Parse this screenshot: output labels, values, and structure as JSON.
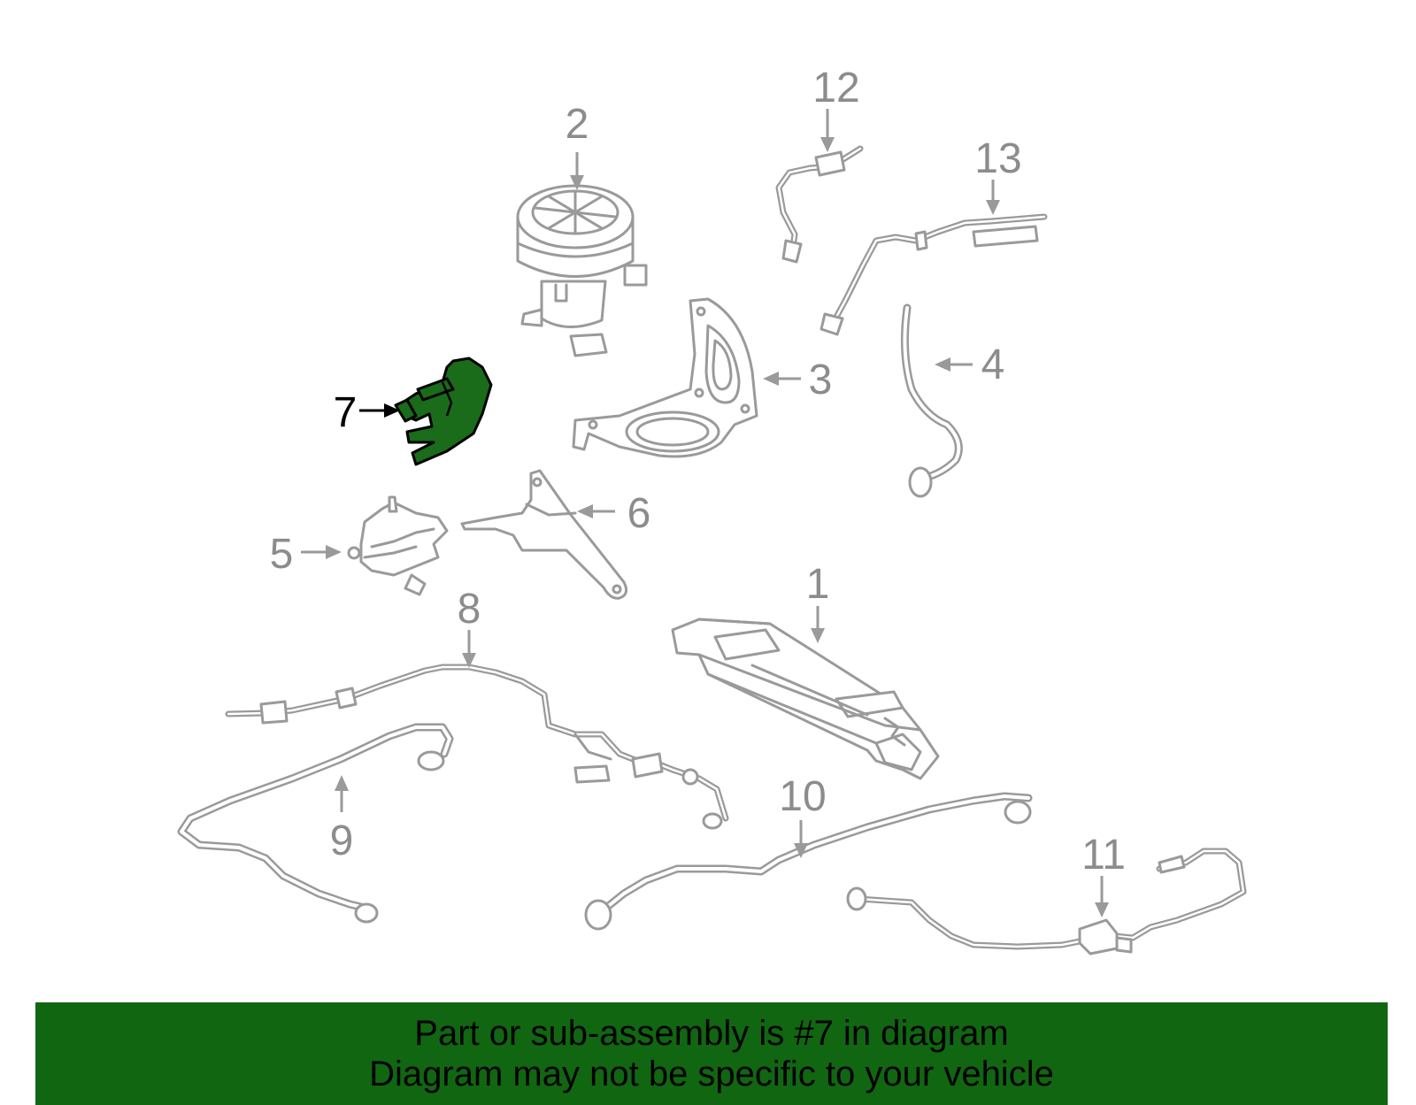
{
  "diagram": {
    "callouts": [
      {
        "id": "1",
        "label": "1"
      },
      {
        "id": "2",
        "label": "2"
      },
      {
        "id": "3",
        "label": "3"
      },
      {
        "id": "4",
        "label": "4"
      },
      {
        "id": "5",
        "label": "5"
      },
      {
        "id": "6",
        "label": "6"
      },
      {
        "id": "7",
        "label": "7"
      },
      {
        "id": "8",
        "label": "8"
      },
      {
        "id": "9",
        "label": "9"
      },
      {
        "id": "10",
        "label": "10"
      },
      {
        "id": "11",
        "label": "11"
      },
      {
        "id": "12",
        "label": "12"
      },
      {
        "id": "13",
        "label": "13"
      }
    ],
    "highlighted_part": "7",
    "colors": {
      "highlight_fill": "#1a6b1a",
      "part_stroke": "#9a9a9a",
      "banner_bg": "#116611"
    }
  },
  "banner": {
    "line1": "Part or sub-assembly is #7 in diagram",
    "line2": "Diagram may not be specific to your vehicle"
  }
}
